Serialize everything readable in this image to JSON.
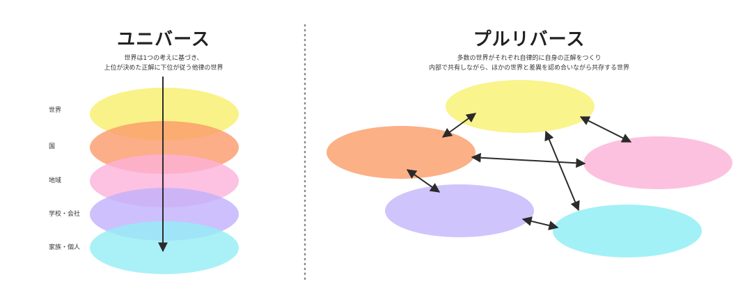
{
  "universe": {
    "title": "ユニバース",
    "description_line1": "世界は1つの考えに基づき、",
    "description_line2": "上位が決めた正解に下位が従う他律の世界",
    "layers": [
      {
        "label": "世界",
        "color": "#f7ef6a"
      },
      {
        "label": "国",
        "color": "#fb9a6c"
      },
      {
        "label": "地域",
        "color": "#fdb2d9"
      },
      {
        "label": "学校・会社",
        "color": "#c1b0fd"
      },
      {
        "label": "家族・個人",
        "color": "#93eef5"
      }
    ]
  },
  "pluriverse": {
    "title": "プルリバース",
    "description_line1": "多数の世界がそれぞれ自律的に自身の正解をつくり",
    "description_line2": "内部で共有しながら、ほかの世界と差異を認め合いながら共存する世界",
    "worlds": [
      {
        "name": "yellow",
        "color": "#f9f48c"
      },
      {
        "name": "orange",
        "color": "#fbb086"
      },
      {
        "name": "pink",
        "color": "#fdc1e0"
      },
      {
        "name": "purple",
        "color": "#cfc4fc"
      },
      {
        "name": "cyan",
        "color": "#a2f1f6"
      }
    ]
  }
}
